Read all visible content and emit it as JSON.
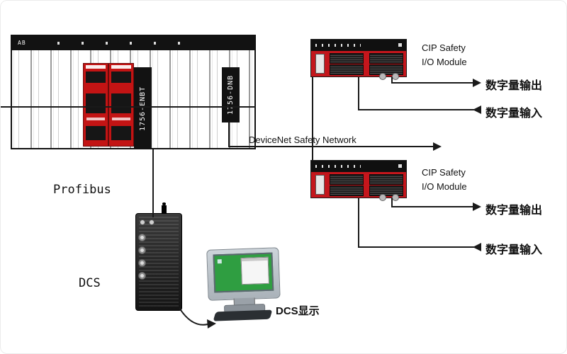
{
  "diagram": {
    "plc_rack": {
      "brand_mark": "AB",
      "comm_modules": [
        {
          "label": "1756-ENBT"
        },
        {
          "label": "1756-DNB"
        }
      ]
    },
    "network_label": "DeviceNet Safety Network",
    "profibus_label": "Profibus",
    "dcs_label": "DCS",
    "dcs_display_label": "DCS显示",
    "cip_modules": [
      {
        "title_line1": "CIP Safety",
        "title_line2": "I/O Module",
        "output_label": "数字量输出",
        "input_label": "数字量输入"
      },
      {
        "title_line1": "CIP Safety",
        "title_line2": "I/O Module",
        "output_label": "数字量输出",
        "input_label": "数字量输入"
      }
    ],
    "colors": {
      "safety_red": "#c4161c",
      "line_black": "#1a1a1a",
      "screen_green": "#2f9e41"
    }
  }
}
